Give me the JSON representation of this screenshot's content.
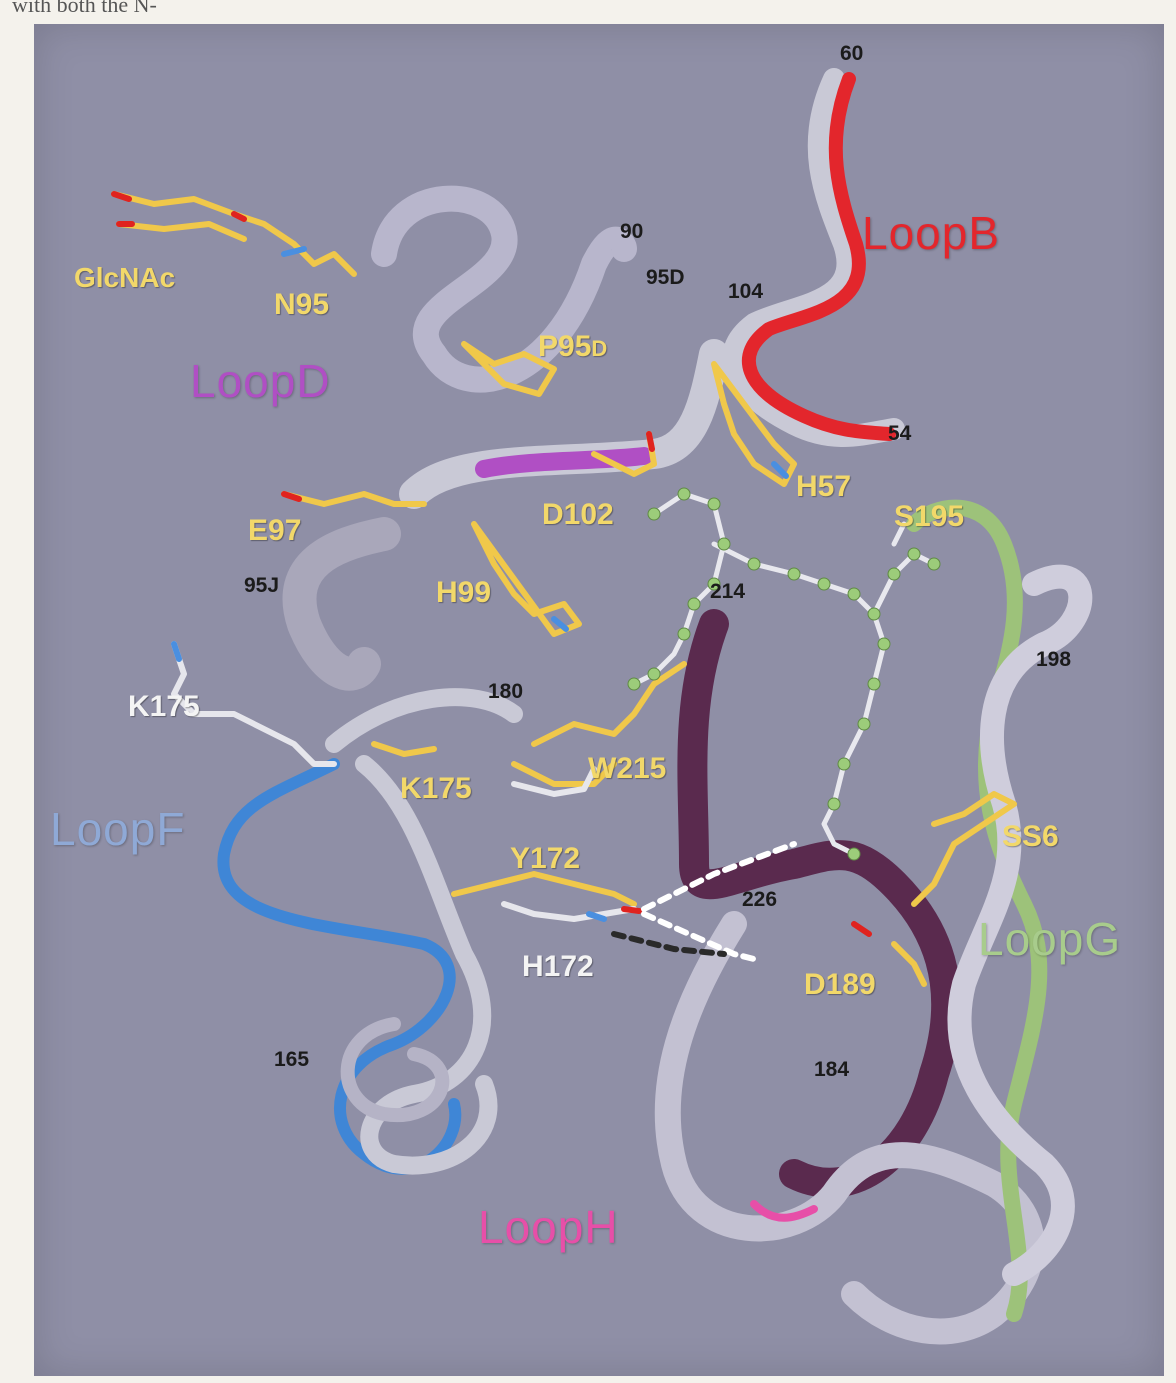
{
  "cut_text": "with both the N-",
  "labels": {
    "loopB": "LoopB",
    "loopD": "LoopD",
    "loopF": "LoopF",
    "loopG": "LoopG",
    "loopH": "LoopH",
    "glcnac": "GlcNAc",
    "n95": "N95",
    "p95": "P95",
    "p95_sub": "D",
    "e97": "E97",
    "h99": "H99",
    "d102": "D102",
    "h57": "H57",
    "s195": "S195",
    "k175_white": "K175",
    "k175_yellow": "K175",
    "w215": "W215",
    "y172": "Y172",
    "h172": "H172",
    "ss6": "SS6",
    "d189": "D189"
  },
  "numbers": {
    "n60": "60",
    "n90": "90",
    "n95d": "95D",
    "n104": "104",
    "n54": "54",
    "n95j": "95J",
    "n214": "214",
    "n198": "198",
    "n180": "180",
    "n226": "226",
    "n165": "165",
    "n184": "184"
  },
  "colors": {
    "background": "#8f8fa6",
    "ribbon_gray": "#c9c9d6",
    "loopB": "#e3262c",
    "loopD": "#b04fc4",
    "loopF": "#3f86d6",
    "loopG": "#9dc27a",
    "loopH": "#e74fa8",
    "loop_dark": "#5a2a4e",
    "stick_yellow": "#f0c84a",
    "oxygen_red": "#e0231f",
    "nitrogen_blue": "#4a8fe0",
    "inhibitor_green": "#9ccc7a"
  }
}
